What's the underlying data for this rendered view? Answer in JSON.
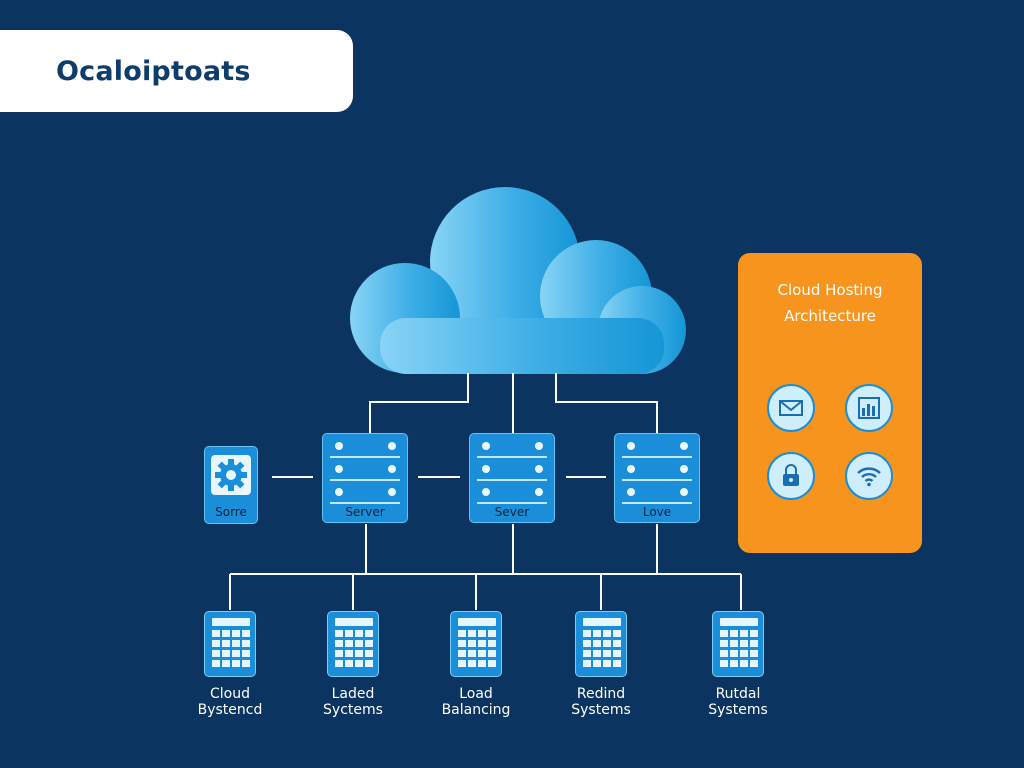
{
  "header": {
    "title": "Ocaloiptoats"
  },
  "settings_node": {
    "label": "Sorre",
    "icon": "gear-icon"
  },
  "servers": [
    {
      "label": "Server"
    },
    {
      "label": "Sever"
    },
    {
      "label": "Love"
    }
  ],
  "storage": [
    {
      "line1": "Cloud",
      "line2": "Bystencd"
    },
    {
      "line1": "Laded",
      "line2": "Syctems"
    },
    {
      "line1": "Load",
      "line2": "Balancing"
    },
    {
      "line1": "Redind",
      "line2": "Systems"
    },
    {
      "line1": "Rutdal",
      "line2": "Systems"
    }
  ],
  "panel": {
    "line1": "Cloud Hosting",
    "line2": "Architecture",
    "icons": [
      "mail-icon",
      "chart-icon",
      "lock-icon",
      "wifi-icon"
    ]
  },
  "colors": {
    "background": "#0b3461",
    "cloud_light": "#7fd0f5",
    "cloud_dark": "#1a9ad9",
    "server": "#1a8ed8",
    "panel": "#f6941e",
    "wire": "#ffffff"
  }
}
